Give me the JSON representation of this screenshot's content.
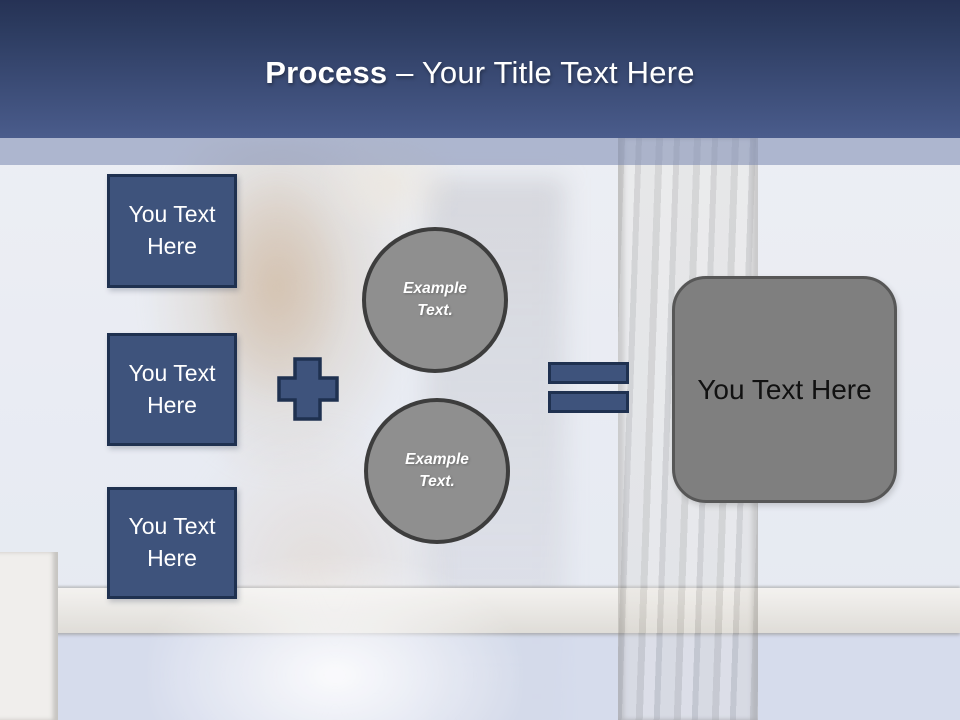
{
  "title": {
    "keyword": "Process",
    "rest": "– Your Title Text Here"
  },
  "colors": {
    "header_top": "#2b3a5e",
    "header_bottom": "#4a5c8c",
    "accent_band": "#7a88b0",
    "title_color": "#ffffff",
    "input_fill": "#3e537c",
    "input_border": "#1f3150",
    "input_text": "#ffffff",
    "operator_fill": "#3e537c",
    "operator_border": "#1f3150",
    "circle_fill": "#8f8f8f",
    "circle_border": "#3d3d3d",
    "circle_text": "#ffffff",
    "result_fill": "#7f7f7f",
    "result_border": "#575757",
    "result_text": "#111111"
  },
  "diagram": {
    "inputs": [
      {
        "label": "You Text Here"
      },
      {
        "label": "You Text Here"
      },
      {
        "label": "You Text Here"
      }
    ],
    "operators": {
      "plus": "+",
      "equals": "="
    },
    "circles": [
      {
        "label": "Example Text."
      },
      {
        "label": "Example Text."
      }
    ],
    "result": {
      "label": "You Text Here"
    }
  }
}
